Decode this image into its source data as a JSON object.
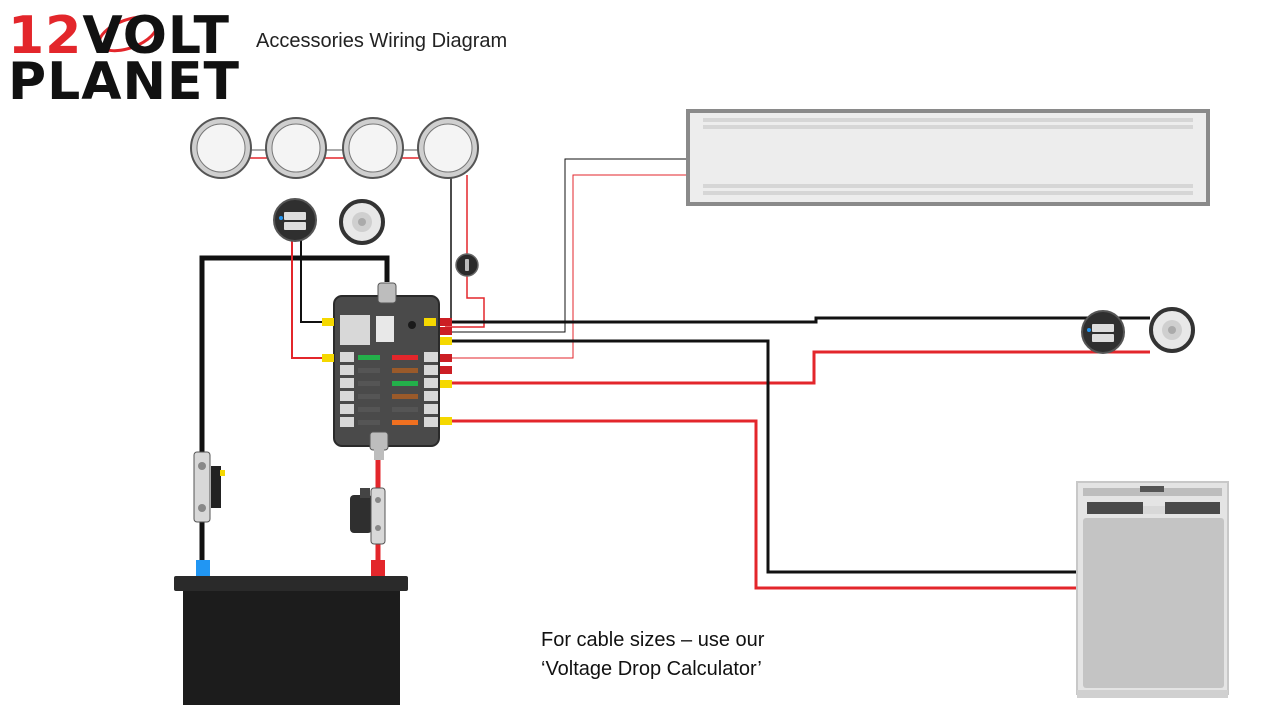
{
  "logo": {
    "number": "12",
    "word_top": "VOLT",
    "word_bottom": "PLANET"
  },
  "title": "Accessories Wiring Diagram",
  "note": {
    "line1": "For cable sizes – use our",
    "line2": "‘Voltage Drop Calculator’"
  },
  "colors": {
    "positive_wire": "#e3262b",
    "negative_wire": "#111111",
    "brand_red": "#e3262b",
    "device_dark": "#3d3d3d",
    "connector_yellow": "#f5d800",
    "battery_terminal_negative": "#2196f3"
  },
  "components": [
    {
      "icon": "downlight-icon",
      "count": 4
    },
    {
      "icon": "led-strip-light-icon"
    },
    {
      "icon": "usb-socket-icon",
      "count": 2
    },
    {
      "icon": "voltmeter-icon",
      "count": 2
    },
    {
      "icon": "rocker-switch-icon"
    },
    {
      "icon": "fuse-block-icon",
      "fuse_slots": 12
    },
    {
      "icon": "inline-fuse-icon"
    },
    {
      "icon": "circuit-breaker-icon"
    },
    {
      "icon": "battery-icon"
    },
    {
      "icon": "fridge-icon"
    }
  ]
}
